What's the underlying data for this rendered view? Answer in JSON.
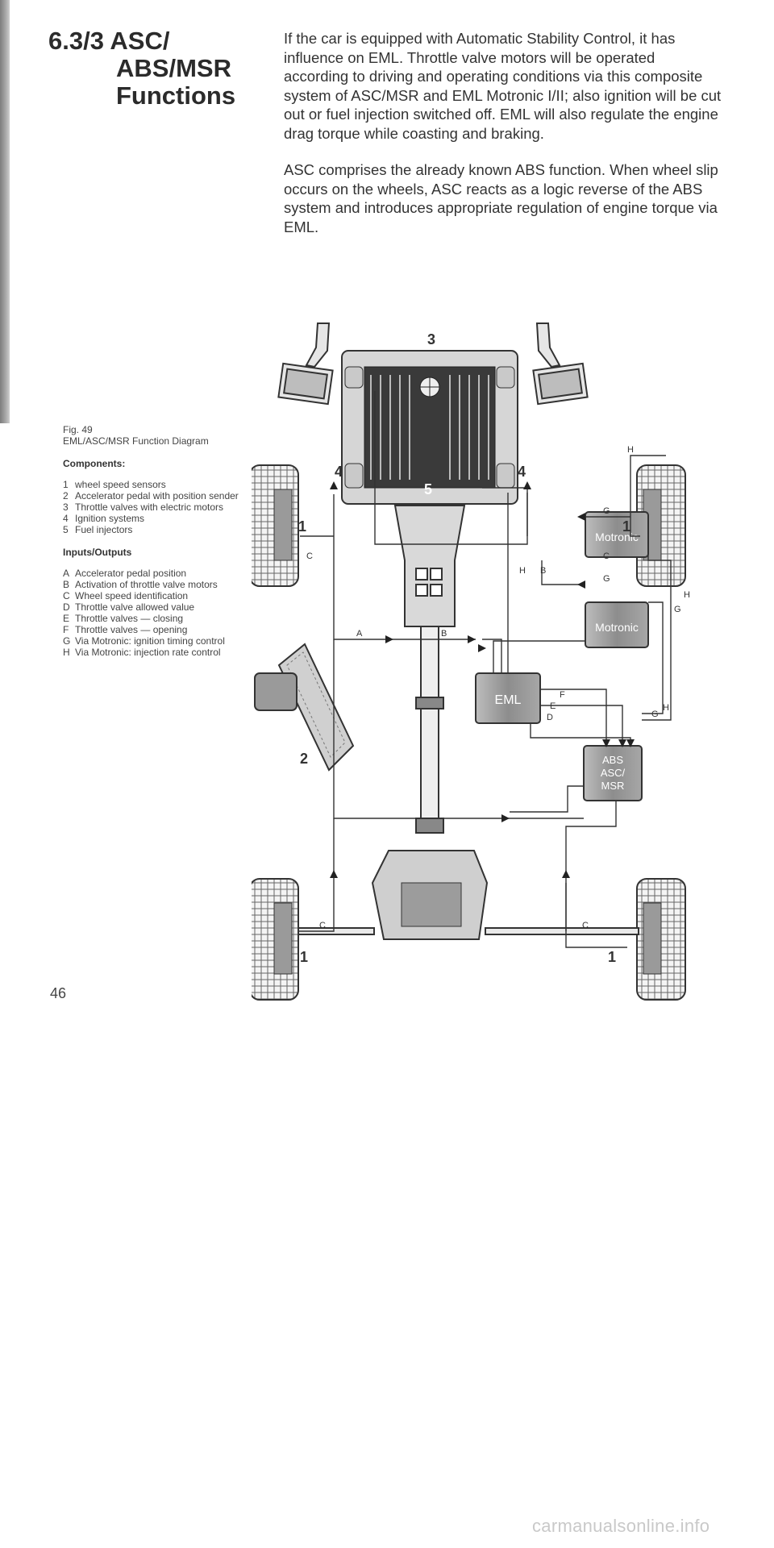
{
  "section": {
    "number": "6.3/3",
    "title_line1": "ASC/",
    "title_line2": "ABS/MSR",
    "title_line3": "Functions"
  },
  "body": {
    "paragraph1": "If the car is equipped with Automatic Stability Control, it has influence on EML. Throttle valve motors will be operated according to driving and operating conditions via this composite system of ASC/MSR and EML Motronic I/II; also ignition will be cut out or fuel injection switched off. EML will also regulate the engine drag torque while coasting and braking.",
    "paragraph2": "ASC comprises the already known ABS function. When wheel slip occurs on the wheels, ASC reacts as a logic reverse of the ABS system and introduces appropriate regulation of engine torque via EML."
  },
  "figure": {
    "label": "Fig. 49",
    "title": "EML/ASC/MSR Function Diagram",
    "components_heading": "Components:",
    "components": [
      {
        "key": "1",
        "text": "wheel speed sensors"
      },
      {
        "key": "2",
        "text": "Accelerator pedal with position sender"
      },
      {
        "key": "3",
        "text": "Throttle valves with electric motors"
      },
      {
        "key": "4",
        "text": "Ignition systems"
      },
      {
        "key": "5",
        "text": "Fuel injectors"
      }
    ],
    "io_heading": "Inputs/Outputs",
    "io": [
      {
        "key": "A",
        "text": "Accelerator pedal position"
      },
      {
        "key": "B",
        "text": "Activation of throttle valve motors"
      },
      {
        "key": "C",
        "text": "Wheel speed identification"
      },
      {
        "key": "D",
        "text": "Throttle valve allowed value"
      },
      {
        "key": "E",
        "text": "Throttle valves — closing"
      },
      {
        "key": "F",
        "text": "Throttle valves — opening"
      },
      {
        "key": "G",
        "text": "Via Motronic: ignition timing control"
      },
      {
        "key": "H",
        "text": "Via Motronic: injection rate control"
      }
    ]
  },
  "diagram_labels": {
    "n1": "1",
    "n2": "2",
    "n3": "3",
    "n4": "4",
    "n5": "5",
    "A": "A",
    "B": "B",
    "C": "C",
    "D": "D",
    "E": "E",
    "F": "F",
    "G": "G",
    "H": "H",
    "motronic": "Motronic",
    "eml": "EML",
    "abs1": "ABS",
    "abs2": "ASC/",
    "abs3": "MSR"
  },
  "page_number": "46",
  "footer": "carmanualsonline.info"
}
